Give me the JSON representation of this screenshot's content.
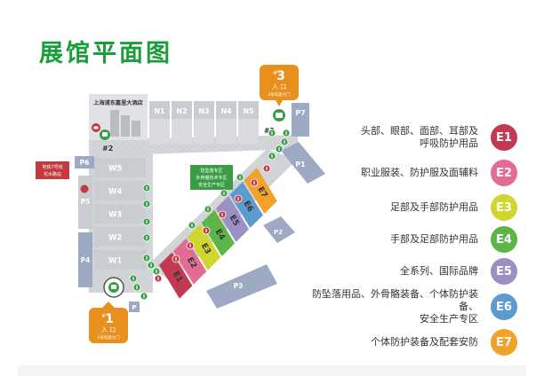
{
  "title": "展馆平面图",
  "colors": {
    "title": "#1a9e3c",
    "hall_gray": "#c9ccd1",
    "hall_blue_gray": "#9ea9c4",
    "entrance": "#e8901e",
    "icon_green": "#3a9d46",
    "icon_red": "#c2393f"
  },
  "halls_north": [
    "N1",
    "N2",
    "N3",
    "N4",
    "N5"
  ],
  "halls_west": [
    "W5",
    "W4",
    "W3",
    "W2",
    "W1"
  ],
  "exhibit_halls": [
    {
      "id": "E1",
      "color": "#c23952"
    },
    {
      "id": "E2",
      "color": "#e36c93"
    },
    {
      "id": "E3",
      "color": "#cfd72f"
    },
    {
      "id": "E4",
      "color": "#5db548"
    },
    {
      "id": "E5",
      "color": "#9b8fc4"
    },
    {
      "id": "E6",
      "color": "#5c9ad0"
    },
    {
      "id": "E7",
      "color": "#f2a12a"
    }
  ],
  "parking": {
    "p1": "P1",
    "p2": "P2",
    "p3": "P3",
    "p4": "P4",
    "p5": "P5",
    "p6": "P6",
    "p7": "P7",
    "p_small": "P"
  },
  "hotel": {
    "name": "上海浦东嘉里大酒店"
  },
  "markers": {
    "entrance2": "#2",
    "entrance3_small": "#3"
  },
  "entrance_1": {
    "prefix": "#",
    "number": "1",
    "label": "入 口",
    "sub": "1号有盖大门"
  },
  "entrance_3": {
    "prefix": "#",
    "number": "3",
    "label": "入 口",
    "sub": "3号有盖大门"
  },
  "west_note": {
    "lines": [
      "地铁7号线",
      "花木路站"
    ]
  },
  "special_zone": {
    "lines": [
      "防坠落专区",
      "外骨骼技术专区",
      "安全生产专区"
    ]
  },
  "legend": [
    {
      "code": "E1",
      "lines": [
        "头部、眼部、面部、耳部及",
        "呼吸防护用品"
      ],
      "color": "#c23952"
    },
    {
      "code": "E2",
      "lines": [
        "职业服装、防护服及面辅料"
      ],
      "color": "#e36c93"
    },
    {
      "code": "E3",
      "lines": [
        "足部及手部防护用品"
      ],
      "color": "#cfd72f"
    },
    {
      "code": "E4",
      "lines": [
        "手部及足部防护用品"
      ],
      "color": "#5db548"
    },
    {
      "code": "E5",
      "lines": [
        "全系列、国际品牌"
      ],
      "color": "#9b8fc4"
    },
    {
      "code": "E6",
      "lines": [
        "防坠落用品、外骨骼装备、个体防护装备、",
        "安全生产专区"
      ],
      "color": "#5c9ad0"
    },
    {
      "code": "E7",
      "lines": [
        "个体防护装备及配套安防"
      ],
      "color": "#f2a12a"
    }
  ]
}
